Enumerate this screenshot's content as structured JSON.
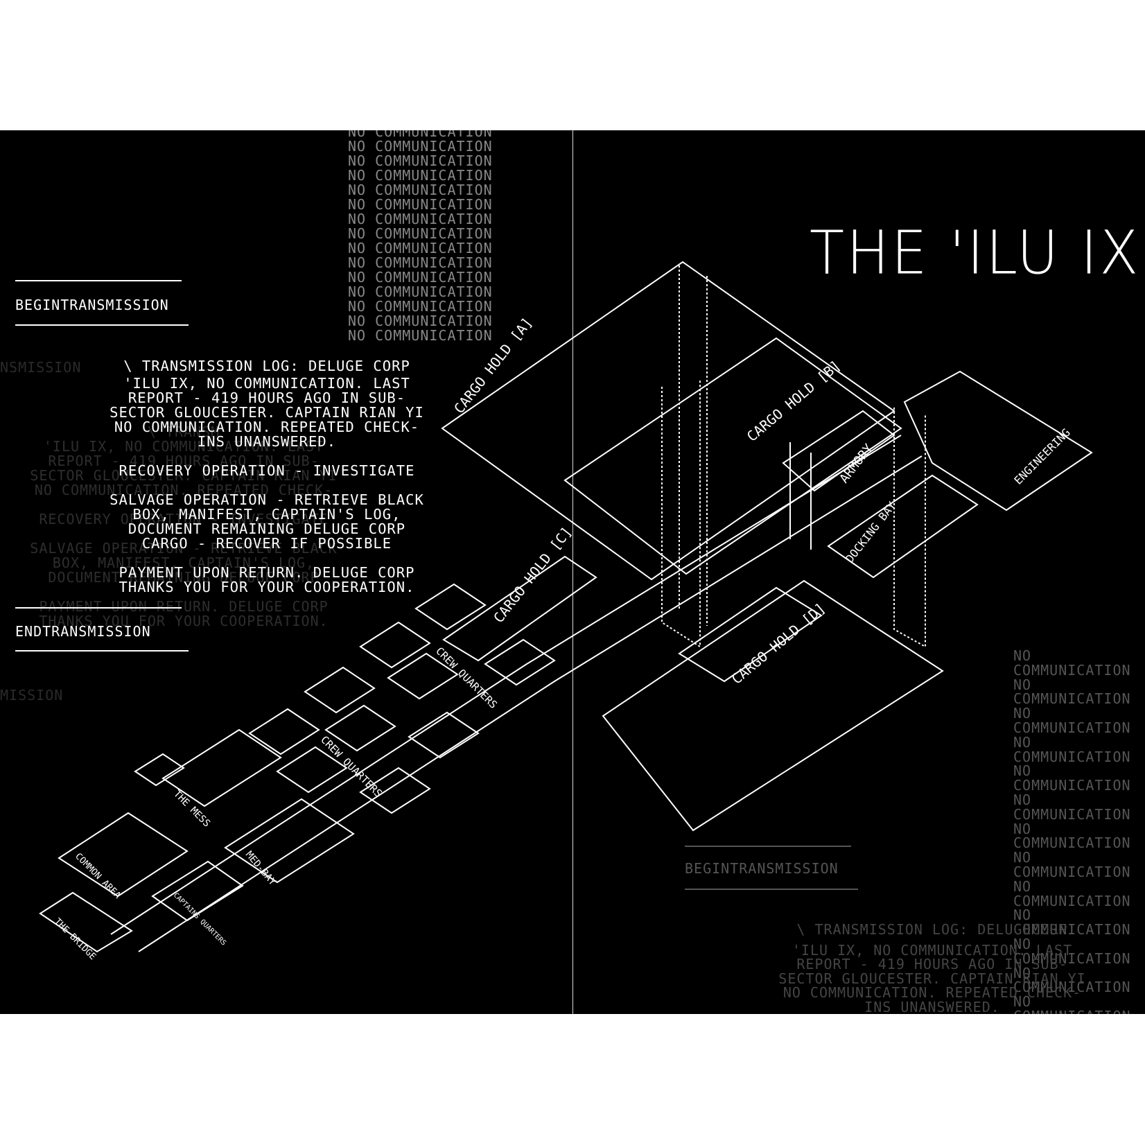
{
  "title": "THE 'ILU IX",
  "no_communication": "NO COMMUNICATION",
  "transmission": {
    "begin": "BEGINTRANSMISSION",
    "end": "ENDTRANSMISSION",
    "ghost_fragment": "NSMISSION",
    "ghost_fragment_2": "MISSION",
    "log_heading": "\\ TRANSMISSION LOG: DELUGE CORP",
    "log_body": "'ILU IX, NO COMMUNICATION. LAST\nREPORT - 419 HOURS AGO IN SUB-\nSECTOR GLOUCESTER. CAPTAIN RIAN YI\nNO COMMUNICATION. REPEATED CHECK-\nINS UNANSWERED.",
    "recovery": "RECOVERY OPERATION - INVESTIGATE",
    "salvage": "SALVAGE OPERATION - RETRIEVE BLACK\nBOX, MANIFEST, CAPTAIN'S LOG,\nDOCUMENT REMAINING DELUGE CORP\nCARGO - RECOVER IF POSSIBLE",
    "payment": "PAYMENT UPON RETURN. DELUGE CORP\nTHANKS YOU FOR YOUR COOPERATION.",
    "log_heading_2": "\\ TRANSMISSION LOG: DELUGECORP",
    "log_body_2": "'ILU IX, NO COMMUNICATION. LAST\nREPORT - 419 HOURS AGO IN SUB-\nSECTOR GLOUCESTER. CAPTAIN RIAN YI\nNO COMMUNICATION. REPEATED CHECK-\nINS UNANSWERED.",
    "ghost_log": "\\ TRANSM\n'ILU IX, NO COMMUNICATION. LAST\nREPORT - 419 HOURS AGO IN SUB-\nSECTOR GLOUCESTER. CAPTAIN RIAN YI\nNO COMMUNICATION. REPEATED CHECK-",
    "ghost_recovery": "RECOVERY OPERATION - INVESTIGATE",
    "ghost_salvage": "SALVAGE OPERATION - RETRIEVE BLACK\nBOX, MANIFEST, CAPTAIN'S LOG,\nDOCUMENT REMAINING DELUGE CORP",
    "ghost_payment": "PAYMENT UPON RETURN. DELUGE CORP\nTHANKS YOU FOR YOUR COOPERATION."
  },
  "rooms": {
    "cargo_a": "CARGO HOLD [A]",
    "cargo_b": "CARGO HOLD [B]",
    "cargo_c": "CARGO HOLD [C]",
    "cargo_d": "CARGO HOLD [D]",
    "armory": "ARMORY",
    "engineering": "ENGINEERING",
    "docking_bay": "DOCKING BAY",
    "crew_quarters_1": "CREW QUARTERS",
    "crew_quarters_2": "CREW QUARTERS",
    "the_mess": "THE MESS",
    "med_bay": "MED-BAY",
    "common_area": "COMMON AREA",
    "captains_quarters": "CAPTAINS\nQUARTERS",
    "the_bridge": "THE BRIDGE"
  },
  "colors": {
    "background": "#000000",
    "line": "#ffffff",
    "page": "#ffffff"
  }
}
